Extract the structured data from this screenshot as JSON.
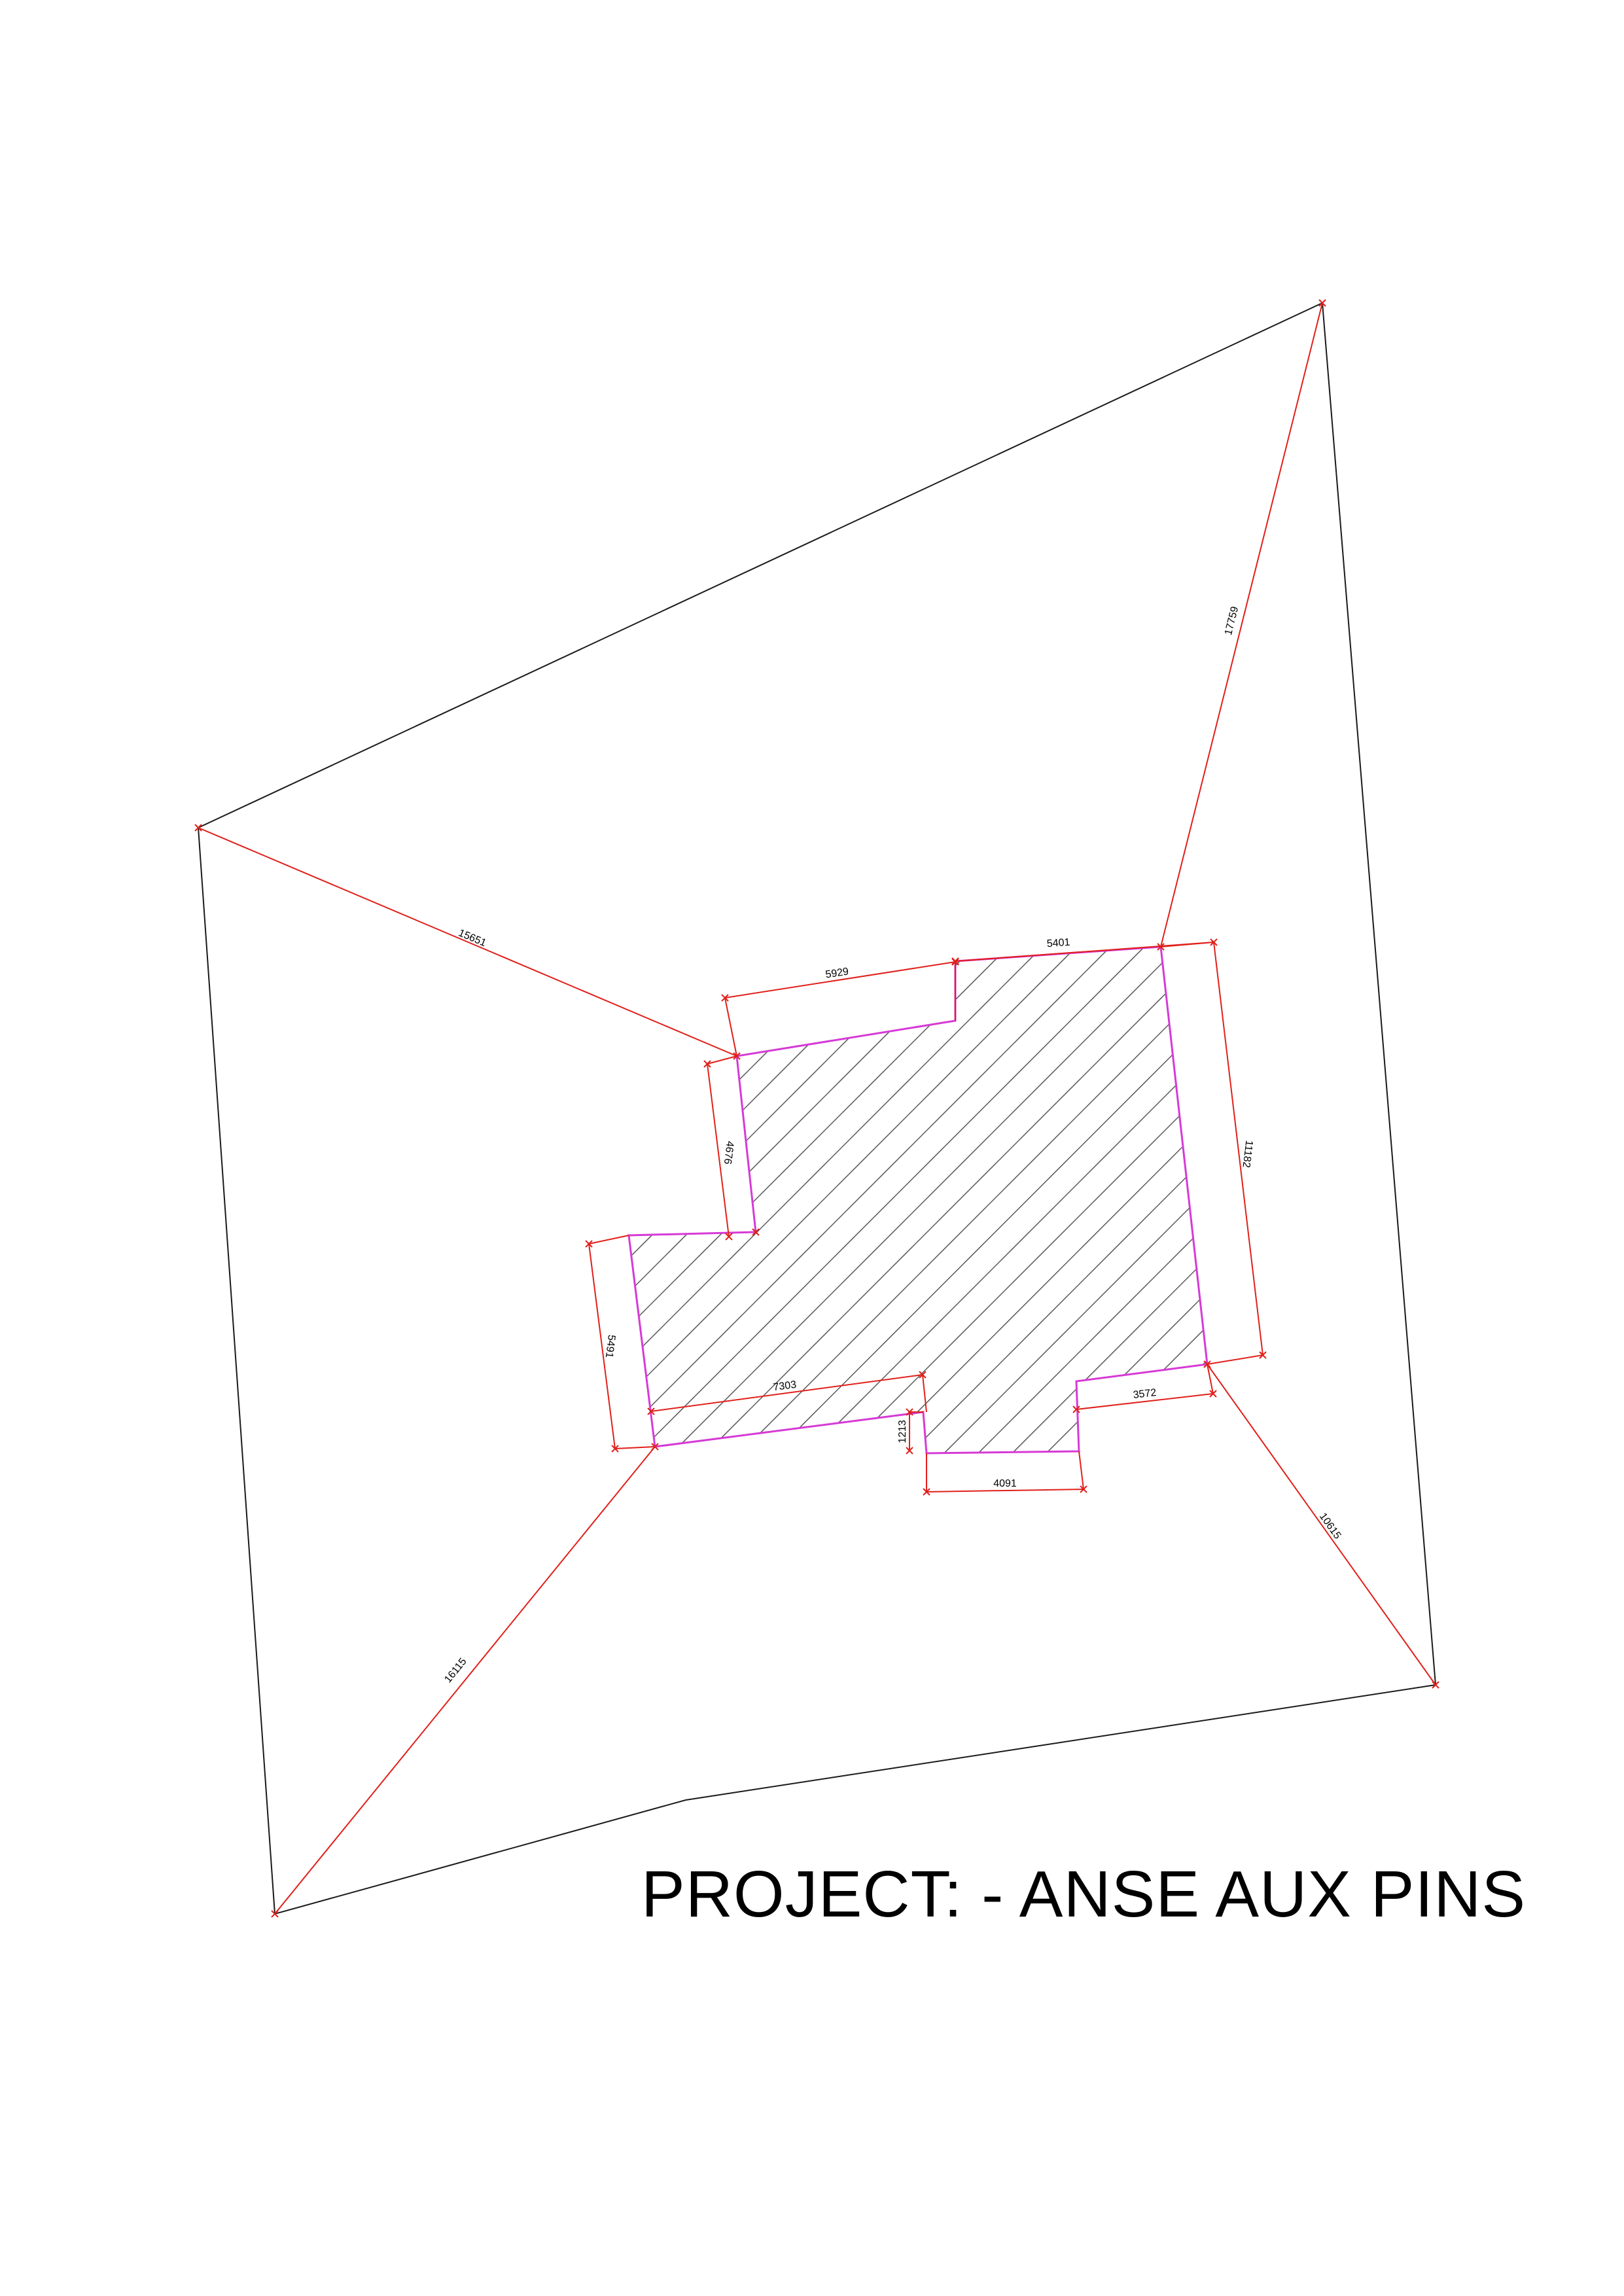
{
  "title": "PROJECT: - ANSE AUX PINS",
  "colors": {
    "boundary": "#1a1a1a",
    "dimension": "#e0201a",
    "building_outline": "#d63ad6",
    "hatch": "#555555",
    "background": "#ffffff"
  },
  "dimensions": {
    "plot_top_left_to_building": "15651",
    "plot_top_right_to_building": "17759",
    "plot_bottom_left_to_building": "16115",
    "plot_bottom_right_to_building": "10615",
    "building_top_left": "5929",
    "building_top_right": "5401",
    "building_right": "11182",
    "building_left_upper": "4676",
    "building_left_lower": "5491",
    "building_bottom_left": "7303",
    "building_bottom_step": "1213",
    "building_bottom_middle": "4091",
    "building_bottom_right": "3572"
  }
}
